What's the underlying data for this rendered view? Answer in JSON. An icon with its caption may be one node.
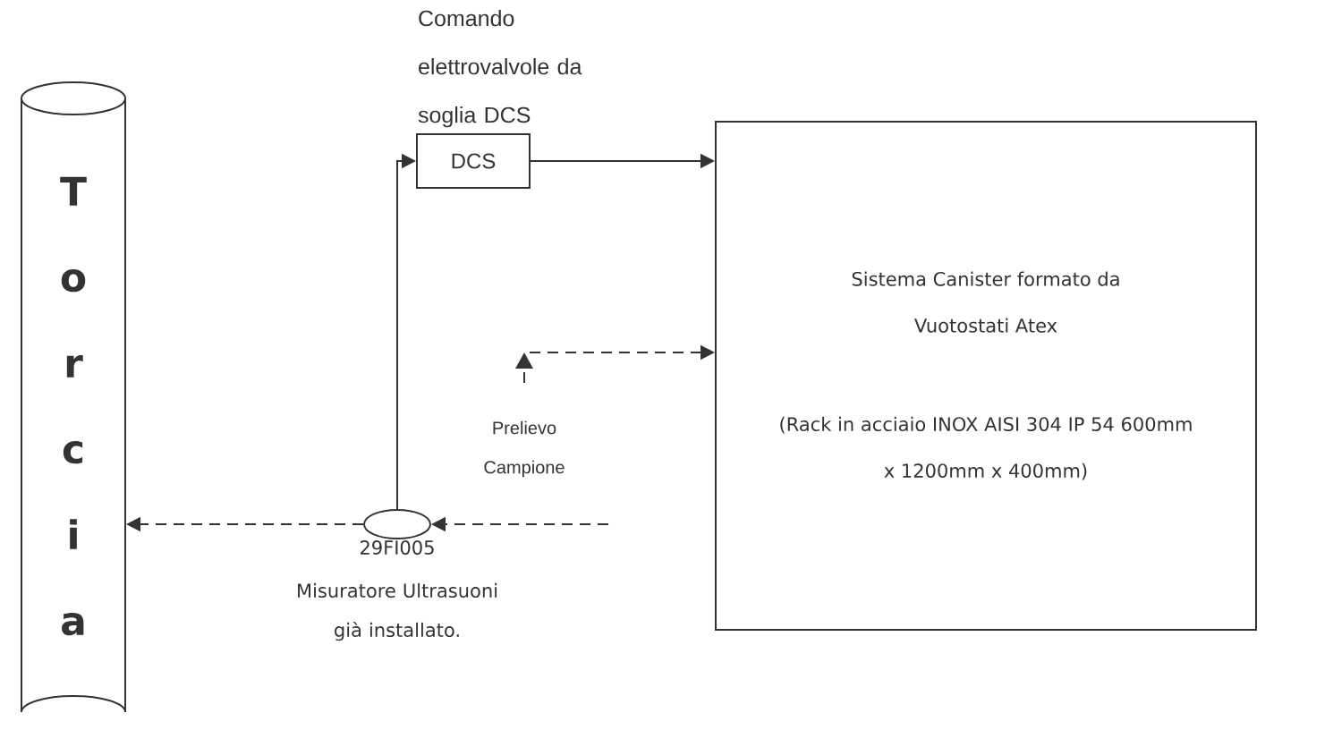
{
  "diagram": {
    "nodes": [
      {
        "text": [
          "Torcia"
        ]
      },
      {
        "text": [
          "DCS"
        ],
        "beside": [
          "Comando elettrovalvole da soglia DCS"
        ]
      },
      {
        "text": [
          "Sistema Canister formato da Vuotostati Atex",
          "(Rack in acciaio INOX AISI 304 IP 54 600mm x 1200mm x 400mm)"
        ]
      },
      {
        "text": [],
        "shape": "ellipse",
        "beside": [
          "29FI005",
          "Misuratore Ultrasuoni già installato."
        ]
      }
    ],
    "edges": [
      {
        "from": 3,
        "to": 1,
        "arrow": "to"
      },
      {
        "from": 1,
        "to": 2,
        "arrow": "to"
      },
      {
        "from": null,
        "to": 2,
        "arrow": "to",
        "style": "dashed",
        "label": "Prelievo Campione"
      },
      {
        "from": null,
        "to": 3,
        "arrow": "to",
        "style": "dashed"
      },
      {
        "from": 3,
        "to": 0,
        "arrow": "to",
        "style": "dashed"
      }
    ]
  }
}
